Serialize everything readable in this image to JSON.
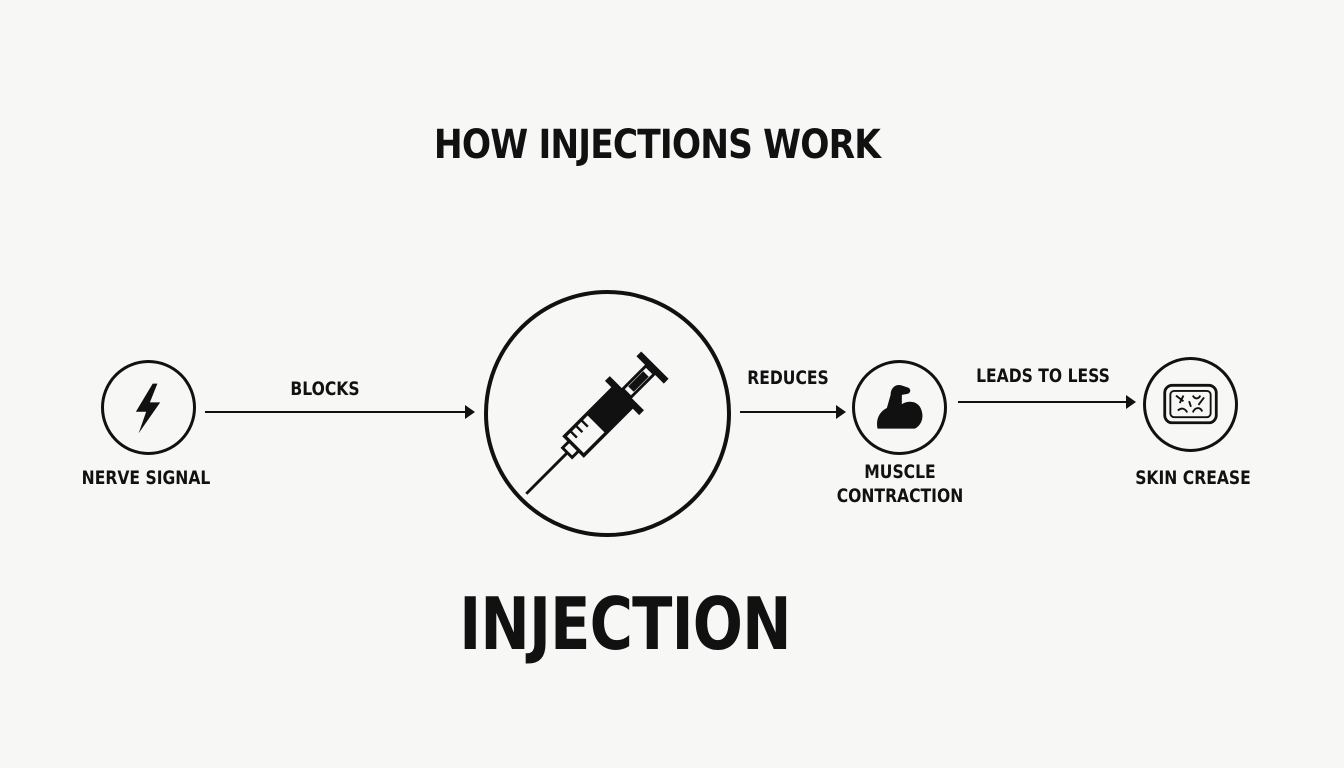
{
  "title": "HOW INJECTIONS WORK",
  "nodes": {
    "nerve_signal": {
      "label": "NERVE SIGNAL",
      "icon": "lightning-bolt-icon"
    },
    "injection": {
      "label": "INJECTION",
      "icon": "syringe-icon"
    },
    "muscle_contraction": {
      "label_line1": "MUSCLE",
      "label_line2": "CONTRACTION",
      "icon": "flexed-arm-icon"
    },
    "skin_crease": {
      "label": "SKIN CREASE",
      "icon": "wrinkled-skin-icon"
    }
  },
  "edges": {
    "nerve_to_injection": "BLOCKS",
    "injection_to_muscle": "REDUCES",
    "muscle_to_skin": "LEADS TO LESS"
  },
  "colors": {
    "background": "#f7f7f6",
    "ink": "#111111"
  }
}
